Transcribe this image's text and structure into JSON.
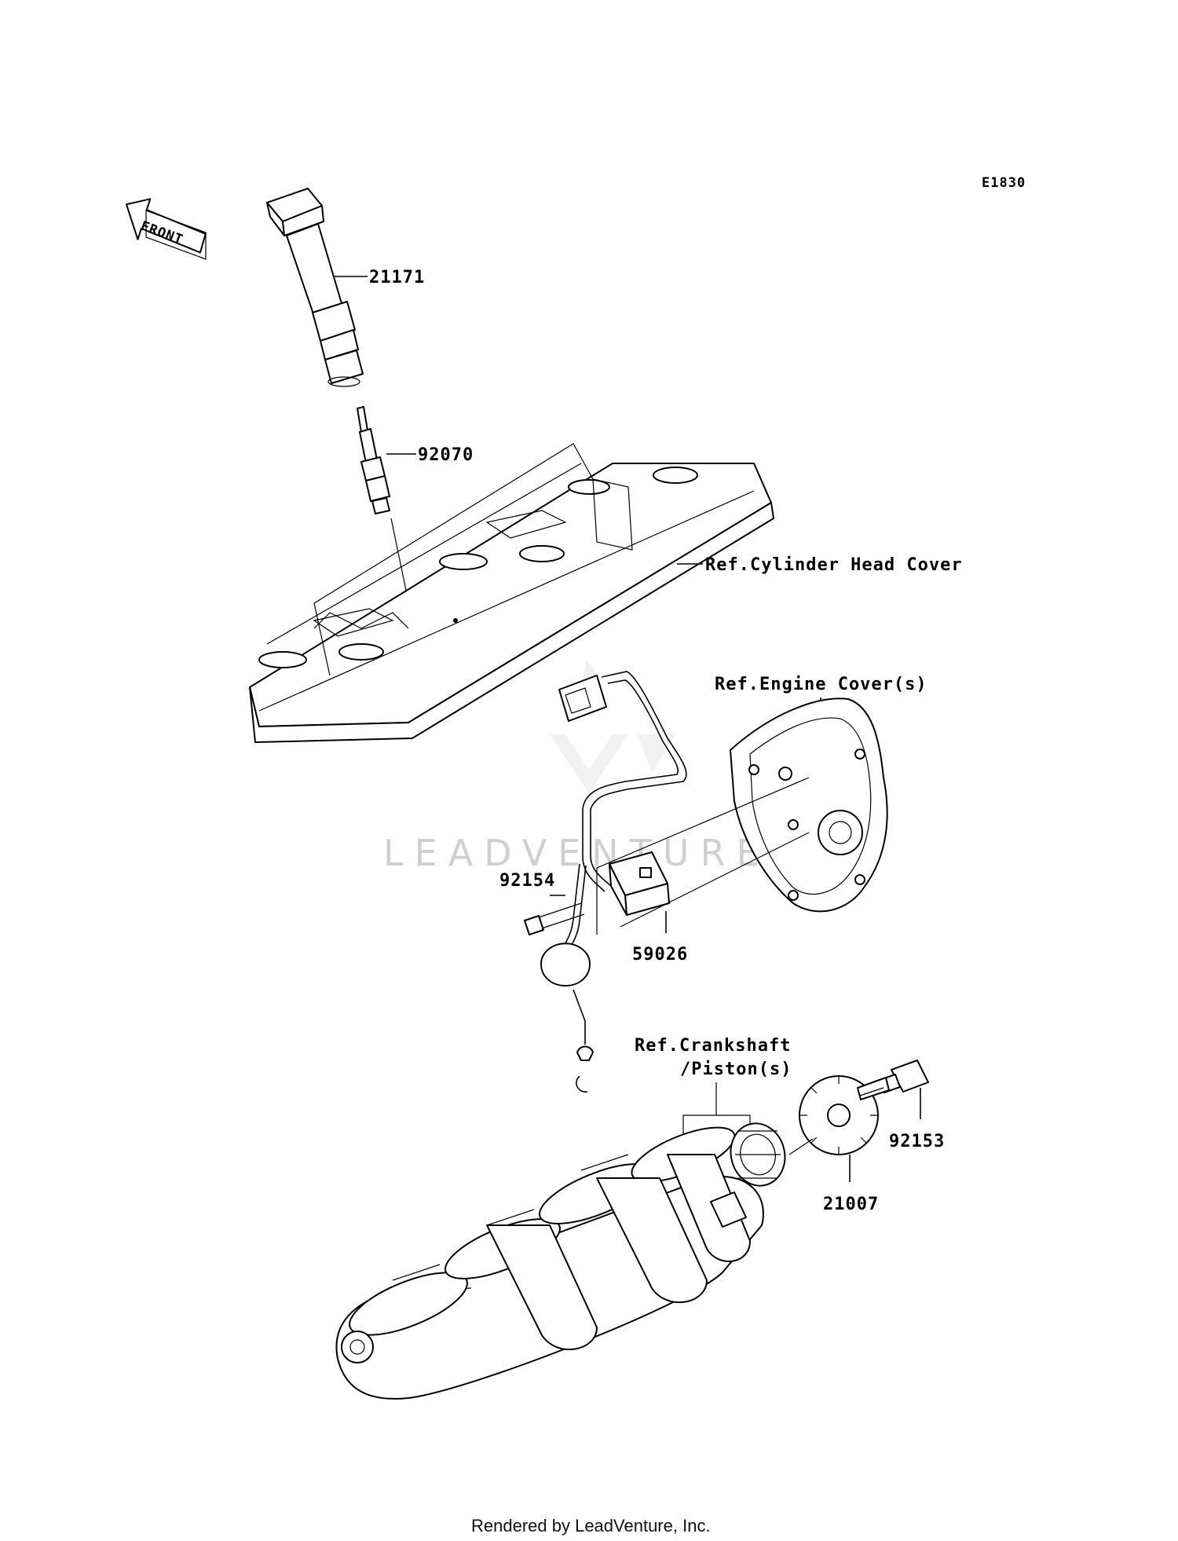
{
  "diagram_code": "E1830",
  "front_label": "FRONT",
  "parts": [
    {
      "number": "21171",
      "name": "ignition-coil"
    },
    {
      "number": "92070",
      "name": "spark-plug"
    },
    {
      "number": "92154",
      "name": "bolt"
    },
    {
      "number": "59026",
      "name": "pickup-coil"
    },
    {
      "number": "92153",
      "name": "flange-bolt"
    },
    {
      "number": "21007",
      "name": "rotor-timing"
    }
  ],
  "references": {
    "cylinder_head_cover": "Ref.Cylinder Head Cover",
    "engine_cover": "Ref.Engine Cover(s)",
    "crankshaft_line1": "Ref.Crankshaft",
    "crankshaft_line2": "/Piston(s)"
  },
  "watermark": "LEADVENTURE",
  "footer": "Rendered by LeadVenture, Inc."
}
